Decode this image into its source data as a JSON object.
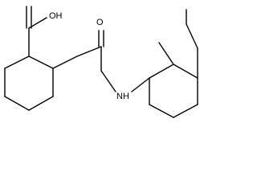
{
  "atoms": {
    "hydroxyl": "OH",
    "carbonyl_oxygen": "O",
    "amide_nitrogen": "NH"
  },
  "colors": {
    "bond": "#000000",
    "background": "#ffffff"
  }
}
